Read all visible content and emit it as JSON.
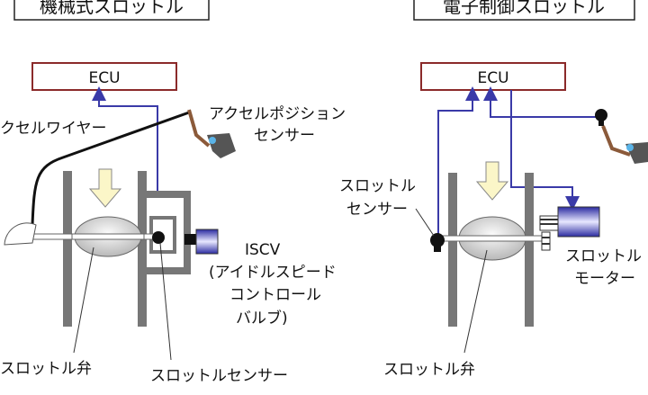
{
  "left": {
    "title": "機械式スロットル",
    "ecu": "ECU",
    "accel_wire": "クセルワイヤー",
    "accel_position_sensor": [
      "アクセルポジション",
      "センサー"
    ],
    "iscv": [
      "ISCV",
      "(アイドルスピード",
      "コントロール",
      "バルブ)"
    ],
    "throttle_valve": "スロットル弁",
    "throttle_sensor": "スロットルセンサー"
  },
  "right": {
    "title": "電子制御スロットル",
    "ecu": "ECU",
    "throttle_sensor": [
      "スロットル",
      "センサー"
    ],
    "throttle_motor": [
      "スロットル",
      "モーター"
    ],
    "throttle_valve": "スロットル弁"
  },
  "colors": {
    "ecu_border": "#8b2a2a",
    "signal_line": "#3a3aa8",
    "wall": "#777777",
    "motor": "#3b3bb0",
    "airflow_arrow": "#fbf6c8"
  }
}
